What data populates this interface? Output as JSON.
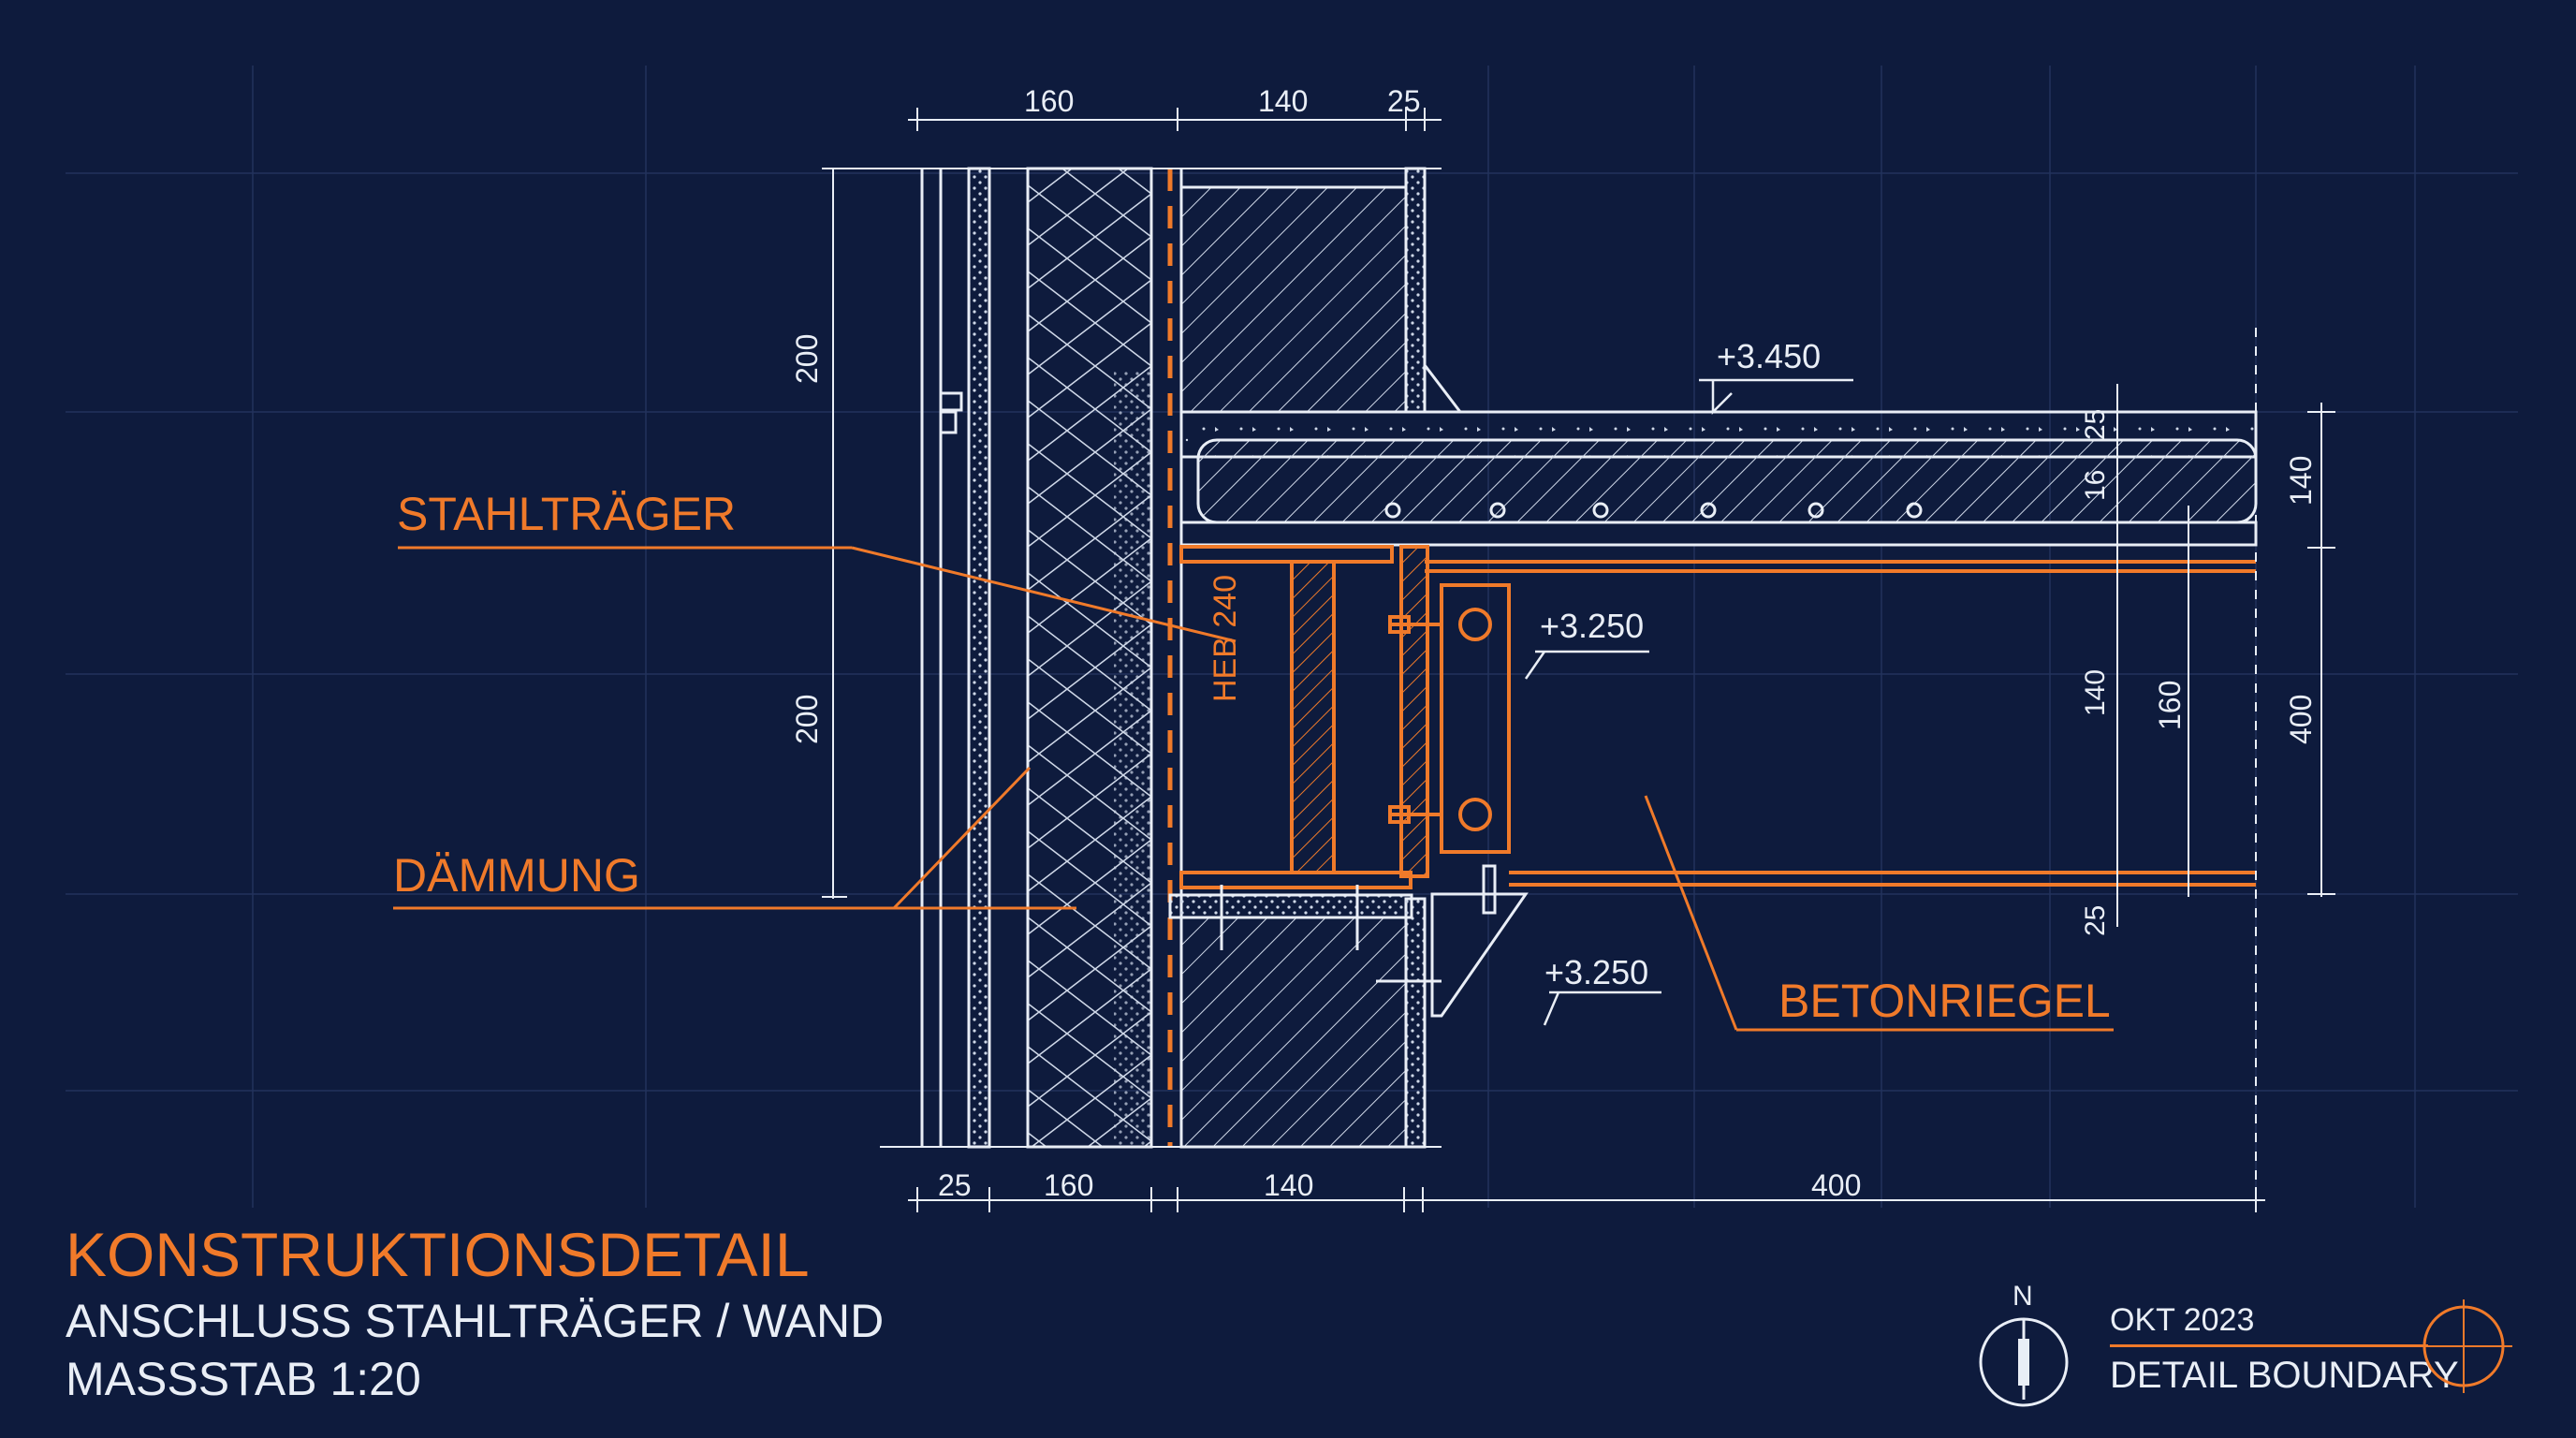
{
  "title": {
    "main": "KONSTRUKTIONSDETAIL",
    "line1": "ANSCHLUSS STAHLTRÄGER / WAND",
    "line2": "MASSSTAB 1:20"
  },
  "meta": {
    "date": "OKT 2023",
    "boundary": "DETAIL BOUNDARY",
    "north": "N"
  },
  "labels": {
    "stahltraeger": "STAHLTRÄGER",
    "daemmung": "DÄMMUNG",
    "betonriegel": "BETONRIEGEL",
    "beam_profile": "HEB 240"
  },
  "levels": {
    "slab_top": "+3.450",
    "beam_top": "+3.250",
    "beam_bottom": "+3.250"
  },
  "dimensions": {
    "top": [
      "160",
      "140",
      "25"
    ],
    "bottom": [
      "25",
      "160",
      "140",
      "400"
    ],
    "left_vertical": [
      "200",
      "200"
    ],
    "right_inner": [
      "25",
      "16",
      "140",
      "25"
    ],
    "right_outer": [
      "160",
      "140",
      "400"
    ]
  },
  "colors": {
    "background": "#0e1b3d",
    "line": "#e9eef6",
    "accent": "#f07a2a",
    "grid": "#22335c"
  }
}
